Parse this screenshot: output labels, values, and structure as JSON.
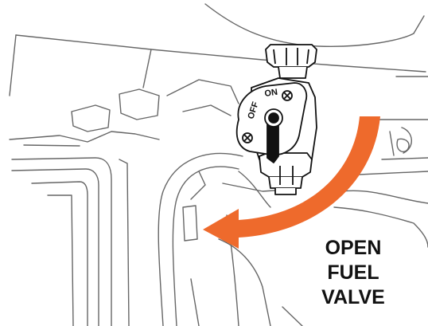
{
  "valve": {
    "off_label": "OFF",
    "on_label": "ON"
  },
  "instruction": {
    "line1": "OPEN",
    "line2": "FUEL",
    "line3": "VALVE"
  },
  "colors": {
    "arrow": "#ee6a2c",
    "line_art": "#555555",
    "detail": "#111111"
  }
}
